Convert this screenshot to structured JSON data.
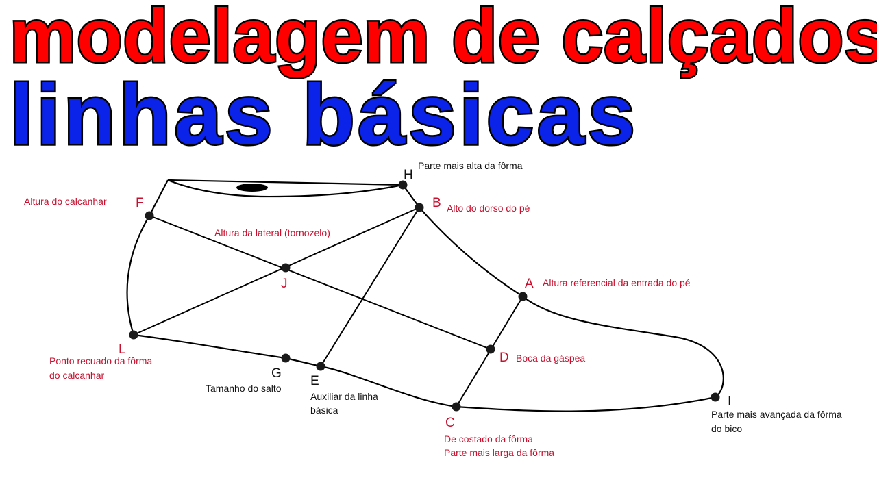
{
  "title": {
    "line1": "modelagem de calçados",
    "line2": "linhas básicas"
  },
  "colors": {
    "title_line1": "#ff0000",
    "title_line2": "#0b23e8",
    "label_red": "#c8102e",
    "label_black": "#111111",
    "outline": "#000000"
  },
  "points": {
    "H": {
      "letter": "H",
      "desc": "Parte mais alta da fôrma"
    },
    "B": {
      "letter": "B",
      "desc": "Alto do dorso do pé"
    },
    "F": {
      "letter": "F",
      "desc": "Altura do calcanhar"
    },
    "J": {
      "letter": "J",
      "desc": "Altura da lateral (tornozelo)"
    },
    "A": {
      "letter": "A",
      "desc": "Altura referencial da entrada do pé"
    },
    "D": {
      "letter": "D",
      "desc": "Boca da gáspea"
    },
    "L": {
      "letter": "L",
      "desc_line1": "Ponto recuado da fôrma",
      "desc_line2": "do calcanhar"
    },
    "G": {
      "letter": "G",
      "desc": "Tamanho do salto"
    },
    "E": {
      "letter": "E",
      "desc_line1": "Auxiliar da linha",
      "desc_line2": "básica"
    },
    "C": {
      "letter": "C",
      "desc_line1": "De costado da fôrma",
      "desc_line2": "Parte mais larga da fôrma"
    },
    "I": {
      "letter": "I",
      "desc_line1": "Parte mais avançada da fôrma",
      "desc_line2": "do bico"
    }
  }
}
